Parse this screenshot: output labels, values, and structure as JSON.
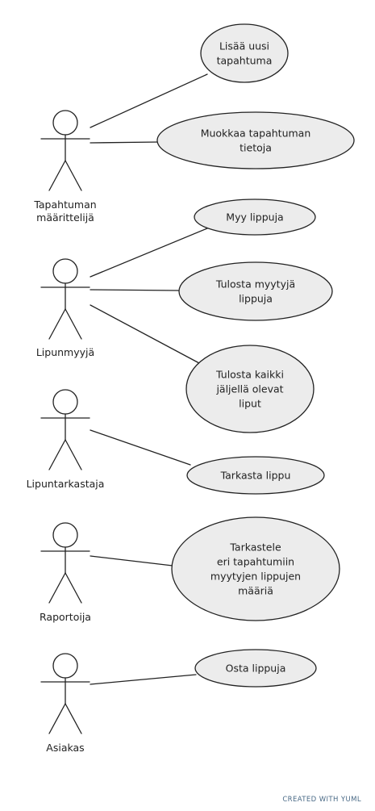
{
  "actors": [
    {
      "id": "maarittelija",
      "name_lines": [
        "Tapahtuman",
        "määrittelijä"
      ]
    },
    {
      "id": "lipunmyyja",
      "name_lines": [
        "Lipunmyyjä"
      ]
    },
    {
      "id": "lipuntarkastaja",
      "name_lines": [
        "Lipuntarkastaja"
      ]
    },
    {
      "id": "raportoija",
      "name_lines": [
        "Raportoija"
      ]
    },
    {
      "id": "asiakas",
      "name_lines": [
        "Asiakas"
      ]
    }
  ],
  "use_cases": [
    {
      "id": "lisaa-uusi-tapahtuma",
      "lines": [
        "Lisää uusi",
        "tapahtuma"
      ]
    },
    {
      "id": "muokkaa-tapahtuman-tietoja",
      "lines": [
        "Muokkaa tapahtuman",
        "tietoja"
      ]
    },
    {
      "id": "myy-lippuja",
      "lines": [
        "Myy lippuja"
      ]
    },
    {
      "id": "tulosta-myytyja-lippuja",
      "lines": [
        "Tulosta myytyjä",
        "lippuja"
      ]
    },
    {
      "id": "tulosta-kaikki-jaljella-olevat-liput",
      "lines": [
        "Tulosta kaikki",
        "jäljellä olevat",
        "liput"
      ]
    },
    {
      "id": "tarkasta-lippu",
      "lines": [
        "Tarkasta lippu"
      ]
    },
    {
      "id": "tarkastele-myytyjen-maaria",
      "lines": [
        "Tarkastele",
        "eri tapahtumiin",
        "myytyjen lippujen",
        "määriä"
      ]
    },
    {
      "id": "osta-lippuja",
      "lines": [
        "Osta lippuja"
      ]
    }
  ],
  "associations": [
    {
      "actor": "maarittelija",
      "use_case": "lisaa-uusi-tapahtuma"
    },
    {
      "actor": "maarittelija",
      "use_case": "muokkaa-tapahtuman-tietoja"
    },
    {
      "actor": "lipunmyyja",
      "use_case": "myy-lippuja"
    },
    {
      "actor": "lipunmyyja",
      "use_case": "tulosta-myytyja-lippuja"
    },
    {
      "actor": "lipunmyyja",
      "use_case": "tulosta-kaikki-jaljella-olevat-liput"
    },
    {
      "actor": "lipuntarkastaja",
      "use_case": "tarkasta-lippu"
    },
    {
      "actor": "raportoija",
      "use_case": "tarkastele-myytyjen-maaria"
    },
    {
      "actor": "asiakas",
      "use_case": "osta-lippuja"
    }
  ],
  "footer": "CREATED WITH YUML",
  "colors": {
    "use_case_fill": "#ececec",
    "stroke": "#222222",
    "footer_text": "#4a6a86"
  }
}
